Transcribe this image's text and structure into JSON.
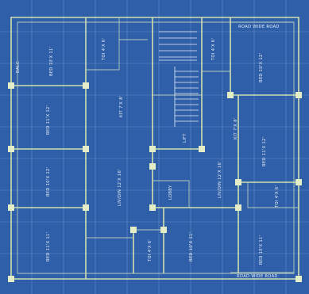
{
  "colors": {
    "paper": "#2f5fa8",
    "wall": "#cfe0b0",
    "text": "#e6eef8"
  },
  "labels": {
    "road_top": "ROAD WIDE ROAD",
    "road_bottom": "ROAD WIDE ROAD",
    "lift": "LIFT",
    "bed_a": "BED 10'X 11'",
    "bed_b": "BED 11'X 12'",
    "bed_c": "BED 10'X 12'",
    "bed_d": "BED 11'X 11'",
    "bed_e": "BED 10'X 11'",
    "bed_f": "BED 10'X 12'",
    "bed_g": "BED 11'X 12'",
    "bed_h": "BED 10'X 11'",
    "liv_left": "LIV/DIN 12'X 16'",
    "liv_right": "LIV/DIN 12'X 16'",
    "kit_left": "KIT 7'X 8'",
    "kit_right": "KIT 7'X 8'",
    "toilet_a": "TOI 4'X 6'",
    "toilet_b": "TOI 4'X 6'",
    "toilet_c": "TOI 4'X 6'",
    "toilet_d": "TOI 4'X 6'",
    "balc": "BALC",
    "lobby": "LOBBY"
  }
}
